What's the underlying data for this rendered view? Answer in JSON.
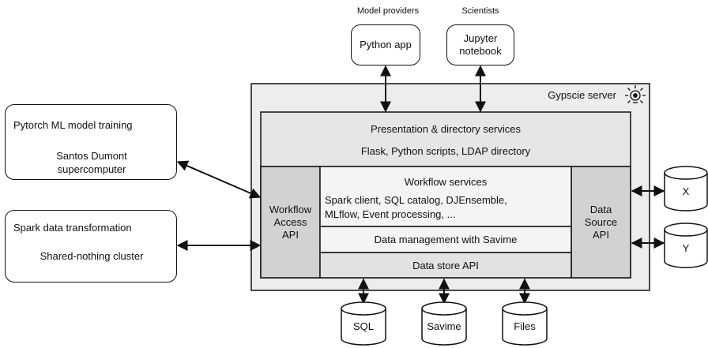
{
  "top": {
    "model_providers_label": "Model providers",
    "scientists_label": "Scientists",
    "python_app": "Python app",
    "jupyter_line1": "Jupyter",
    "jupyter_line2": "notebook"
  },
  "server": {
    "title": "Gypscie server",
    "icon": "gear-bulb-icon",
    "presentation": {
      "title": "Presentation & directory services",
      "subtitle": "Flask, Python scripts, LDAP directory"
    },
    "workflow_access_api": {
      "line1": "Workflow",
      "line2": "Access",
      "line3": "API"
    },
    "workflow_services": {
      "title": "Workflow services",
      "line1": "Spark client, SQL catalog, DJEnsemble,",
      "line2": "MLflow, Event processing, ..."
    },
    "data_management": "Data management with Savime",
    "data_store_api": "Data store API",
    "data_source_api": {
      "line1": "Data",
      "line2": "Source",
      "line3": "API"
    }
  },
  "left": {
    "pytorch": {
      "title": "Pytorch ML model training",
      "line1": "Santos Dumont",
      "line2": "supercomputer"
    },
    "spark": {
      "title": "Spark data transformation",
      "line1": "Shared-nothing cluster"
    }
  },
  "stores": {
    "right": [
      "X",
      "Y"
    ],
    "bottom": [
      "SQL",
      "Savime",
      "Files"
    ]
  },
  "colors": {
    "server_bg": "#ededed",
    "panel_bg": "#e6e6e6",
    "side_api_bg": "#d2d2d2",
    "inner_bg": "#f4f4f4",
    "line": "#111111"
  }
}
